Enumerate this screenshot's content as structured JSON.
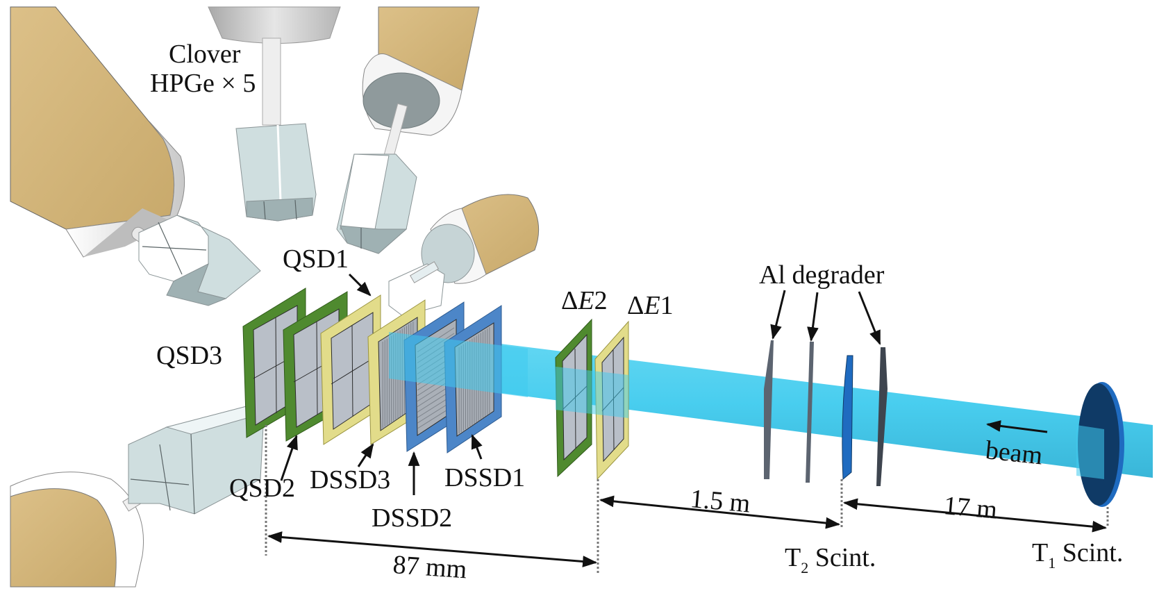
{
  "figure": {
    "title": "Experimental setup: detector array along beam line",
    "colors": {
      "background": "#ffffff",
      "hpge_tan": "#d2b57a",
      "hpge_cap": "#f2f2f2",
      "hpge_face": "#c6d4d6",
      "crystal": "#cfdedf",
      "qsd_green": "#4f8a2f",
      "qsd_yellow": "#e2dc8a",
      "dssd_blue": "#4c86c8",
      "silicon": "#b9bfc8",
      "beam": "#3fcbee",
      "degrader": "#5c6470",
      "scint_dark": "#0f3a66",
      "scint_edge": "#1f6bc0",
      "text": "#111111"
    }
  },
  "labels": {
    "clover_line1": "Clover",
    "clover_line2": "HPGe × 5",
    "qsd1": "QSD1",
    "qsd2": "QSD2",
    "qsd3": "QSD3",
    "dssd1": "DSSD1",
    "dssd2": "DSSD2",
    "dssd3": "DSSD3",
    "de2_delta": "Δ",
    "de2_E": "E",
    "de2_num": "2",
    "de1_delta": "Δ",
    "de1_E": "E",
    "de1_num": "1",
    "al_degrader": "Al degrader",
    "beam": "beam",
    "t2_T": "T",
    "t2_sub": "2",
    "t2_rest": " Scint.",
    "t1_T": "T",
    "t1_sub": "1",
    "t1_rest": " Scint."
  },
  "distances": {
    "qsd_to_de1": "87 mm",
    "de1_to_t2": "1.5 m",
    "t2_to_t1": "17 m"
  },
  "components": {
    "hpge_count": 5,
    "qsd": [
      "QSD1",
      "QSD2",
      "QSD3"
    ],
    "dssd": [
      "DSSD1",
      "DSSD2",
      "DSSD3"
    ],
    "delta_e": [
      "ΔE1",
      "ΔE2"
    ],
    "degrader_count": 3,
    "scintillators": [
      "T1 Scint.",
      "T2 Scint."
    ]
  }
}
